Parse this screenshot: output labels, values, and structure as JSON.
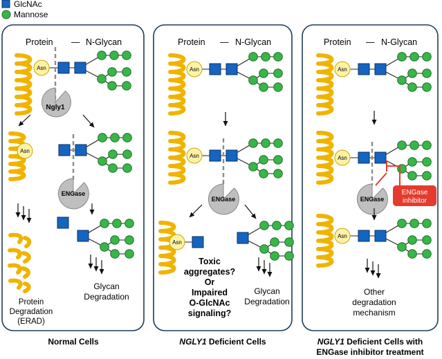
{
  "legend": [
    {
      "label": "GlcNAc",
      "shape": "square",
      "color": "#1565c0"
    },
    {
      "label": "Mannose",
      "shape": "circle",
      "color": "#39b54a"
    }
  ],
  "header": {
    "protein": "Protein",
    "dash": "—",
    "glycan": "N-Glycan"
  },
  "labels": {
    "asn": "Asn",
    "ngly1": "Ngly1",
    "engase": "ENGase",
    "inhibitor_line1": "ENGase",
    "inhibitor_line2": "inhibitor"
  },
  "panel1": {
    "protein_deg": [
      "Protein",
      "Degradation",
      "(ERAD)"
    ],
    "glycan_deg": [
      "Glycan",
      "Degradation"
    ],
    "caption": "Normal Cells"
  },
  "panel2": {
    "question": [
      "Toxic",
      "aggregates?",
      "Or",
      "Impaired",
      "O-GlcNAc",
      "signaling?"
    ],
    "glycan_deg": [
      "Glycan",
      "Degradation"
    ],
    "caption_italic": "NGLY1",
    "caption_rest": " Deficient Cells"
  },
  "panel3": {
    "other": [
      "Other",
      "degradation",
      "mechanism"
    ],
    "caption_italic": "NGLY1",
    "caption_rest": " Deficient Cells with",
    "caption_line2": "ENGase inhibitor treatment"
  },
  "colors": {
    "glcnac": "#1565c0",
    "mannose": "#39b54a",
    "protein": "#f0b400",
    "asn": "#fdf2a6",
    "enzyme": "#bfbfbf",
    "inhibitor": "#e53b2c",
    "panel_border": "#1f3a5c"
  }
}
